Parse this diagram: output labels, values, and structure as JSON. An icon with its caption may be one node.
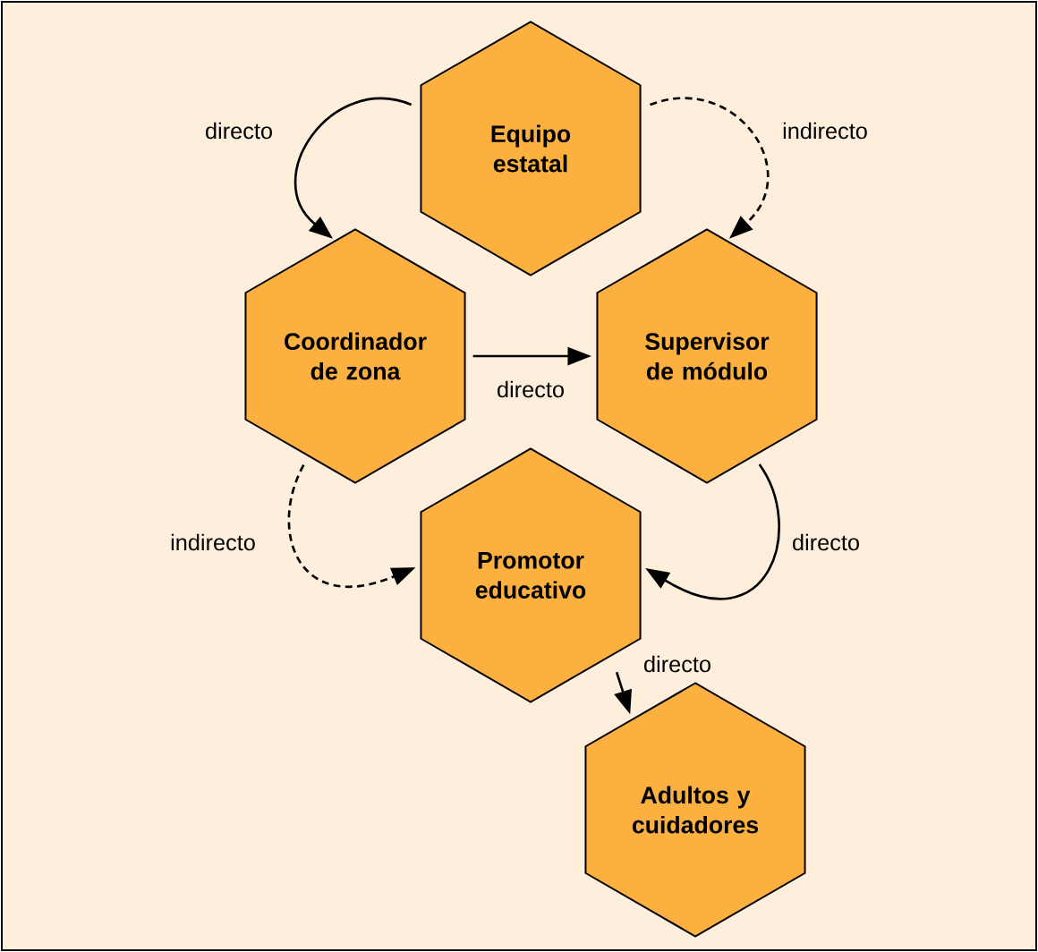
{
  "diagram": {
    "nodes": [
      {
        "text": [
          "Equipo estatal"
        ]
      },
      {
        "text": [
          "Coordinador de zona"
        ]
      },
      {
        "text": [
          "Supervisor de módulo"
        ]
      },
      {
        "text": [
          "Promotor educativo"
        ]
      },
      {
        "text": [
          "Adultos y cuidadores"
        ]
      }
    ],
    "edges": [
      {
        "from": 0,
        "to": 1,
        "arrow": "to",
        "label": "directo"
      },
      {
        "from": 0,
        "to": 2,
        "arrow": "to",
        "label": "indirecto",
        "style": "dashed"
      },
      {
        "from": 1,
        "to": 2,
        "arrow": "to",
        "label": "directo"
      },
      {
        "from": 1,
        "to": 3,
        "arrow": "to",
        "label": "indirecto",
        "style": "dashed"
      },
      {
        "from": 2,
        "to": 3,
        "arrow": "to",
        "label": "directo"
      },
      {
        "from": 3,
        "to": 4,
        "arrow": "to",
        "label": "directo"
      }
    ]
  }
}
